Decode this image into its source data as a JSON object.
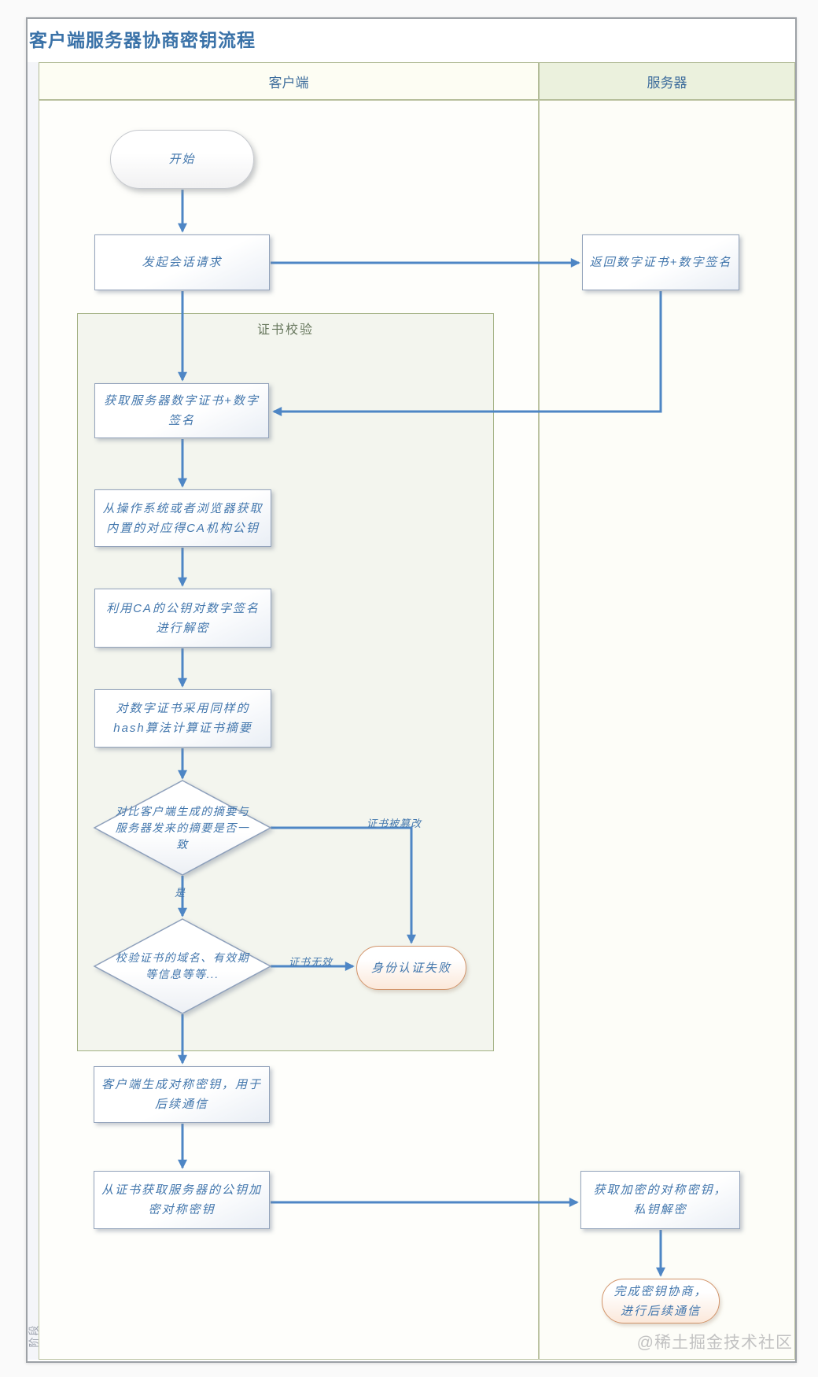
{
  "window": {
    "title": "客户端服务器协商密钥流程",
    "watermark": "@稀土掘金技术社区",
    "stage_label": "阶段"
  },
  "lanes": {
    "client": "客户端",
    "server": "服务器"
  },
  "group": {
    "title": "证书校验"
  },
  "nodes": {
    "start": "开始",
    "initiate": "发起会话请求",
    "return_cert": "返回数字证书+数字签名",
    "get_cert": "获取服务器数字证书+数字签名",
    "get_ca_key": "从操作系统或者浏览器获取内置的对应得CA机构公钥",
    "decrypt_sig": "利用CA的公钥对数字签名进行解密",
    "hash_digest": "对数字证书采用同样的hash算法计算证书摘要",
    "compare_digest": "对比客户端生成的摘要与服务器发来的摘要是否一致",
    "verify_info": "校验证书的域名、有效期等信息等等...",
    "auth_fail": "身份认证失败",
    "gen_sym_key": "客户端生成对称密钥，用于后续通信",
    "encrypt_sym_key": "从证书获取服务器的公钥加密对称密钥",
    "server_decrypt": "获取加密的对称密钥，私钥解密",
    "done": "完成密钥协商，进行后续通信"
  },
  "edge_labels": {
    "tampered": "证书被篡改",
    "yes": "是",
    "invalid": "证书无效"
  },
  "colors": {
    "arrow": "#4e86c5",
    "node_text": "#4377ad",
    "title_text": "#3a72a8",
    "group_fill": "#f3f5ee",
    "group_border": "#a3b183",
    "server_header_fill": "#ebf1dd",
    "client_header_fill": "#fdfdf3",
    "terminal_border": "#d2946a"
  }
}
